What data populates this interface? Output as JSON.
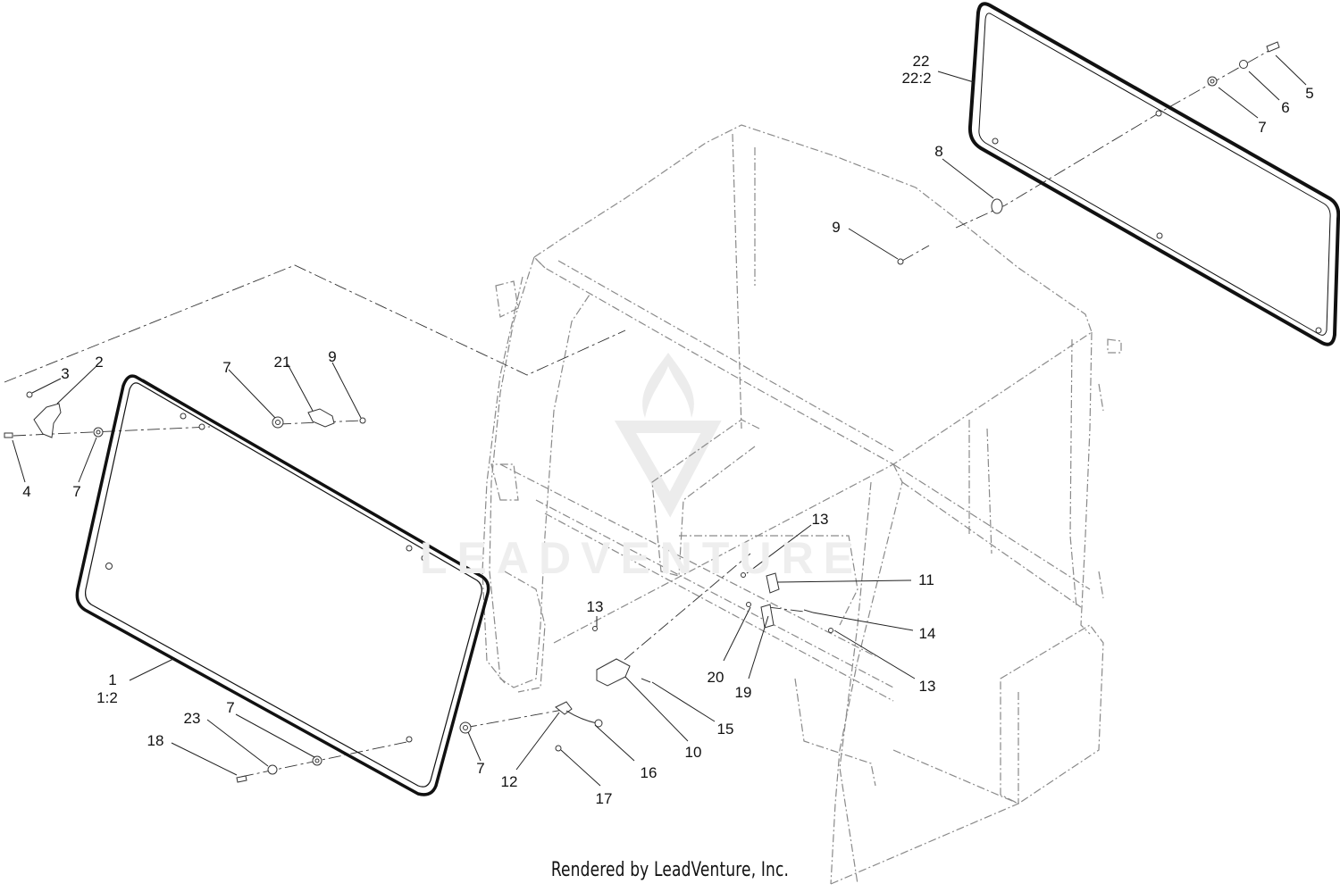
{
  "footer": {
    "text": "Rendered by LeadVenture, Inc."
  },
  "watermark": {
    "text": "LEADVENTURE"
  },
  "colors": {
    "line": "#222222",
    "frame": "#888888",
    "watermark": "#e8e8e8"
  },
  "callouts": [
    "22",
    "22:2",
    "5",
    "6",
    "7",
    "8",
    "9",
    "3",
    "2",
    "7",
    "21",
    "9",
    "4",
    "7",
    "13",
    "11",
    "14",
    "13",
    "20",
    "19",
    "13",
    "1",
    "1:2",
    "23",
    "7",
    "18",
    "7",
    "12",
    "17",
    "16",
    "10",
    "15"
  ]
}
